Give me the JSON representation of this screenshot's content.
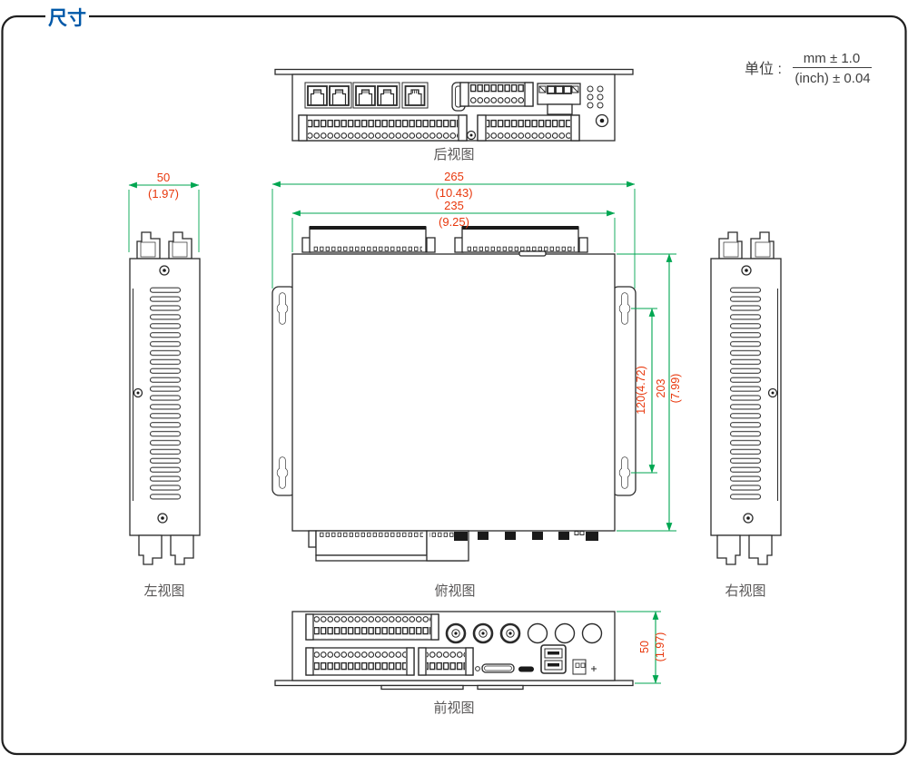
{
  "title": "尺寸",
  "units": {
    "label": "单位 :",
    "mm": "mm ± 1.0",
    "inch": "(inch) ± 0.04"
  },
  "view_labels": {
    "rear": "后视图",
    "left": "左视图",
    "top": "俯视图",
    "right": "右视图",
    "front": "前视图"
  },
  "dims": {
    "overall_width_mm": "265",
    "overall_width_in": "(10.43)",
    "body_width_mm": "235",
    "body_width_in": "(9.25)",
    "mount_pitch": "120(4.72)",
    "depth_mm": "203",
    "depth_in": "(7.99)",
    "unit_width_mm": "50",
    "unit_width_in": "(1.97)",
    "unit_height_mm": "50",
    "unit_height_in": "(1.97)"
  },
  "colors": {
    "dimension_line": "#00a651",
    "dimension_text": "#e8380d",
    "title_text": "#0058a8",
    "outline": "#2b2b2b",
    "label_text": "#595757"
  }
}
